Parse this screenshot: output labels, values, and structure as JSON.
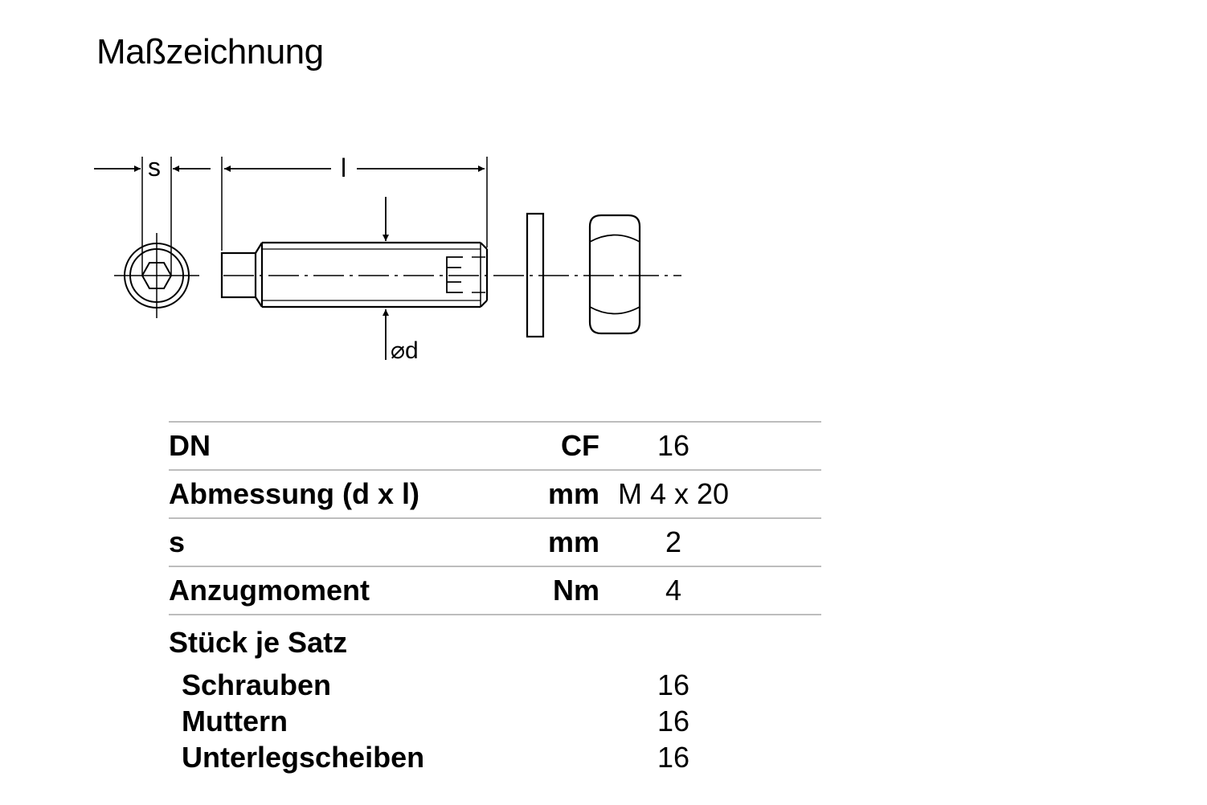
{
  "title": "Maßzeichnung",
  "drawing": {
    "labels": {
      "s": "s",
      "l": "l",
      "d": "⌀d"
    }
  },
  "table": {
    "rows": [
      {
        "label": "DN",
        "unit": "CF",
        "value": "16"
      },
      {
        "label": "Abmessung (d x l)",
        "unit": "mm",
        "value": "M 4 x 20"
      },
      {
        "label": "s",
        "unit": "mm",
        "value": "2"
      },
      {
        "label": "Anzugmoment",
        "unit": "Nm",
        "value": "4"
      }
    ],
    "group_label": "Stück je Satz",
    "group_rows": [
      {
        "label": "Schrauben",
        "value": "16"
      },
      {
        "label": "Muttern",
        "value": "16"
      },
      {
        "label": "Unterlegscheiben",
        "value": "16"
      }
    ]
  }
}
